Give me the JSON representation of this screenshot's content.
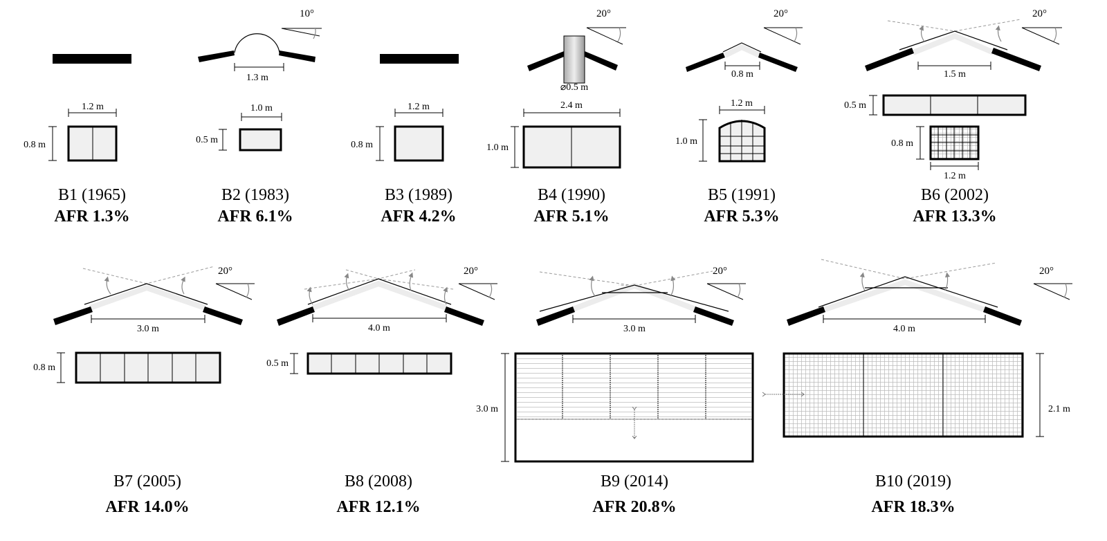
{
  "buildings": [
    {
      "id": "B1",
      "title": "B1 (1965)",
      "afr": "AFR 1.3%",
      "width": "1.2 m",
      "height": "0.8 m"
    },
    {
      "id": "B2",
      "title": "B2 (1983)",
      "afr": "AFR 6.1%",
      "width": "1.0 m",
      "height": "0.5 m",
      "opening": "1.3 m",
      "angle": "10°"
    },
    {
      "id": "B3",
      "title": "B3 (1989)",
      "afr": "AFR 4.2%",
      "width": "1.2 m",
      "height": "0.8 m"
    },
    {
      "id": "B4",
      "title": "B4 (1990)",
      "afr": "AFR 5.1%",
      "width": "2.4 m",
      "height": "1.0 m",
      "pipe": "⌀0.5 m",
      "angle": "20°"
    },
    {
      "id": "B5",
      "title": "B5 (1991)",
      "afr": "AFR 5.3%",
      "width": "1.2 m",
      "height": "1.0 m",
      "opening": "0.8 m",
      "angle": "20°"
    },
    {
      "id": "B6",
      "title": "B6 (2002)",
      "afr": "AFR 13.3%",
      "opening": "1.5 m",
      "height1": "0.5 m",
      "width2": "1.2 m",
      "height2": "0.8 m",
      "angle": "20°"
    },
    {
      "id": "B7",
      "title": "B7 (2005)",
      "afr": "AFR 14.0%",
      "opening": "3.0 m",
      "height": "0.8 m",
      "angle": "20°"
    },
    {
      "id": "B8",
      "title": "B8 (2008)",
      "afr": "AFR 12.1%",
      "opening": "4.0 m",
      "height": "0.5 m",
      "angle": "20°"
    },
    {
      "id": "B9",
      "title": "B9 (2014)",
      "afr": "AFR 20.8%",
      "opening": "3.0 m",
      "height": "3.0 m",
      "angle": "20°"
    },
    {
      "id": "B10",
      "title": "B10 (2019)",
      "afr": "AFR 18.3%",
      "opening": "4.0 m",
      "height": "2.1 m",
      "angle": "20°"
    }
  ]
}
